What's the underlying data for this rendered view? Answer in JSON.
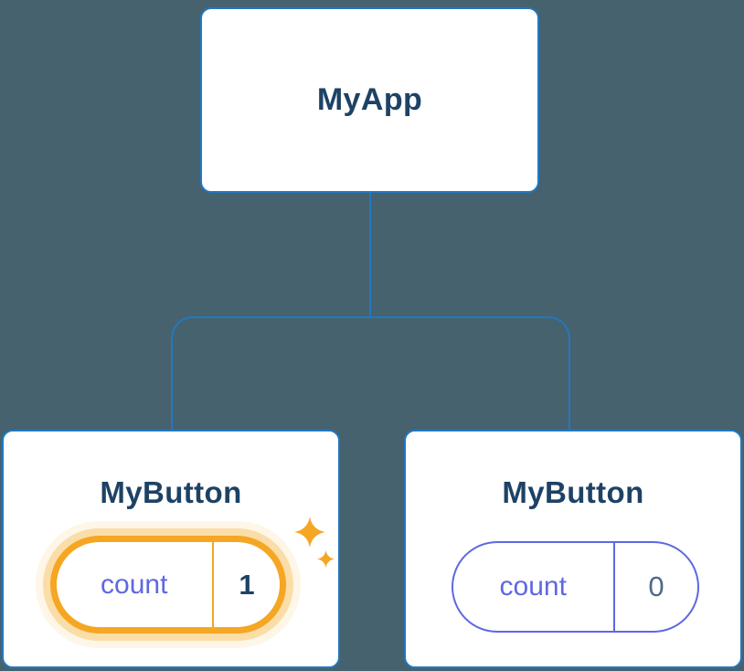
{
  "diagram": {
    "root": {
      "label": "MyApp"
    },
    "children": [
      {
        "label": "MyButton",
        "state": {
          "label": "count",
          "value": "1"
        },
        "highlighted": true
      },
      {
        "label": "MyButton",
        "state": {
          "label": "count",
          "value": "0"
        },
        "highlighted": false
      }
    ]
  },
  "icons": {
    "sparkle_large": "sparkle-icon",
    "sparkle_small": "sparkle-icon"
  },
  "colors": {
    "background": "#46626E",
    "node_fill": "#FFFFFF",
    "node_border": "#2278C0",
    "node_title": "#1D4265",
    "connector": "#2278C0",
    "state_accent": "#5E68E2",
    "state_value_muted": "#52688C",
    "highlight": "#F5A623",
    "highlight_glow": "#F9DDA6",
    "highlight_value": "#1D4265"
  }
}
